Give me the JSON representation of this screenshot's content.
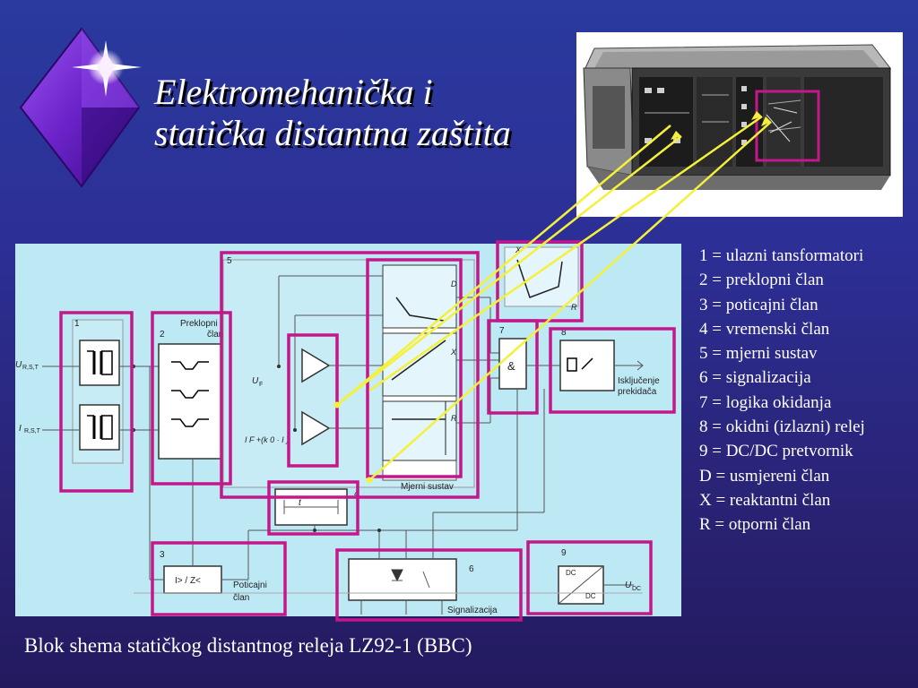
{
  "slide": {
    "title_line1": "Elektromehanička i",
    "title_line2": "statička distantna zaštita",
    "caption": "Blok shema statičkog distantnog releja  LZ92-1  (BBC)",
    "colors": {
      "background": "#2a2f96",
      "highlight_frame": "#c4178a",
      "pointer_line": "#f5f03a",
      "diagram_bg": "#bde9f5"
    }
  },
  "legend": [
    "1  = ulazni tansformatori",
    "2  = preklopni član",
    "3  = poticajni član",
    "4  = vremenski član",
    "5  = mjerni sustav",
    "6  = signalizacija",
    "7  = logika okidanja",
    "8  = okidni (izlazni) relej",
    "9  = DC/DC pretvornik",
    "D = usmjereni član",
    "X = reaktantni član",
    "R = otporni član"
  ],
  "diagram": {
    "block_numbers": [
      "1",
      "2",
      "3",
      "4",
      "5",
      "6",
      "7",
      "8",
      "9"
    ],
    "labels": {
      "preklopni": "Preklopni",
      "clan": "član",
      "poticajni": "Poticajni",
      "mjerni": "Mjerni sustav",
      "signalizacija": "Signalizacija",
      "iskljucenje": "Isključenje",
      "prekidaca": "prekidača",
      "u_rst": "U",
      "rst_sub": "R,S,T",
      "i_rst": "I",
      "uf": "U",
      "f_sub": "F",
      "if_expr": "I  F +(k 0 · I  )",
      "starter": "I> / Z<",
      "and_gate": "&",
      "dc_top": "DC",
      "dc_bottom": "DC",
      "udc": "U",
      "dc_sub": "DC",
      "t": "t",
      "D": "D",
      "X": "X",
      "R": "R"
    }
  }
}
